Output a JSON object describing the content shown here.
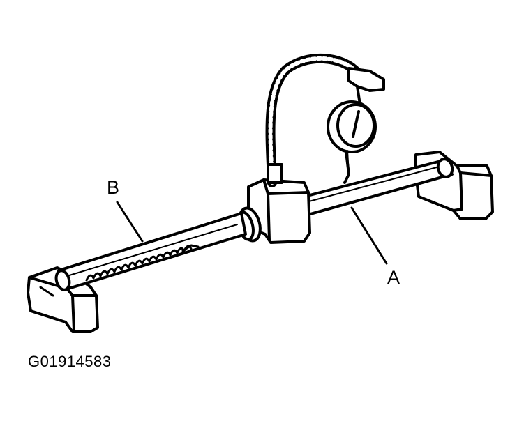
{
  "diagram": {
    "callouts": {
      "a": "A",
      "b": "B"
    },
    "figure_id": "G01914583"
  }
}
